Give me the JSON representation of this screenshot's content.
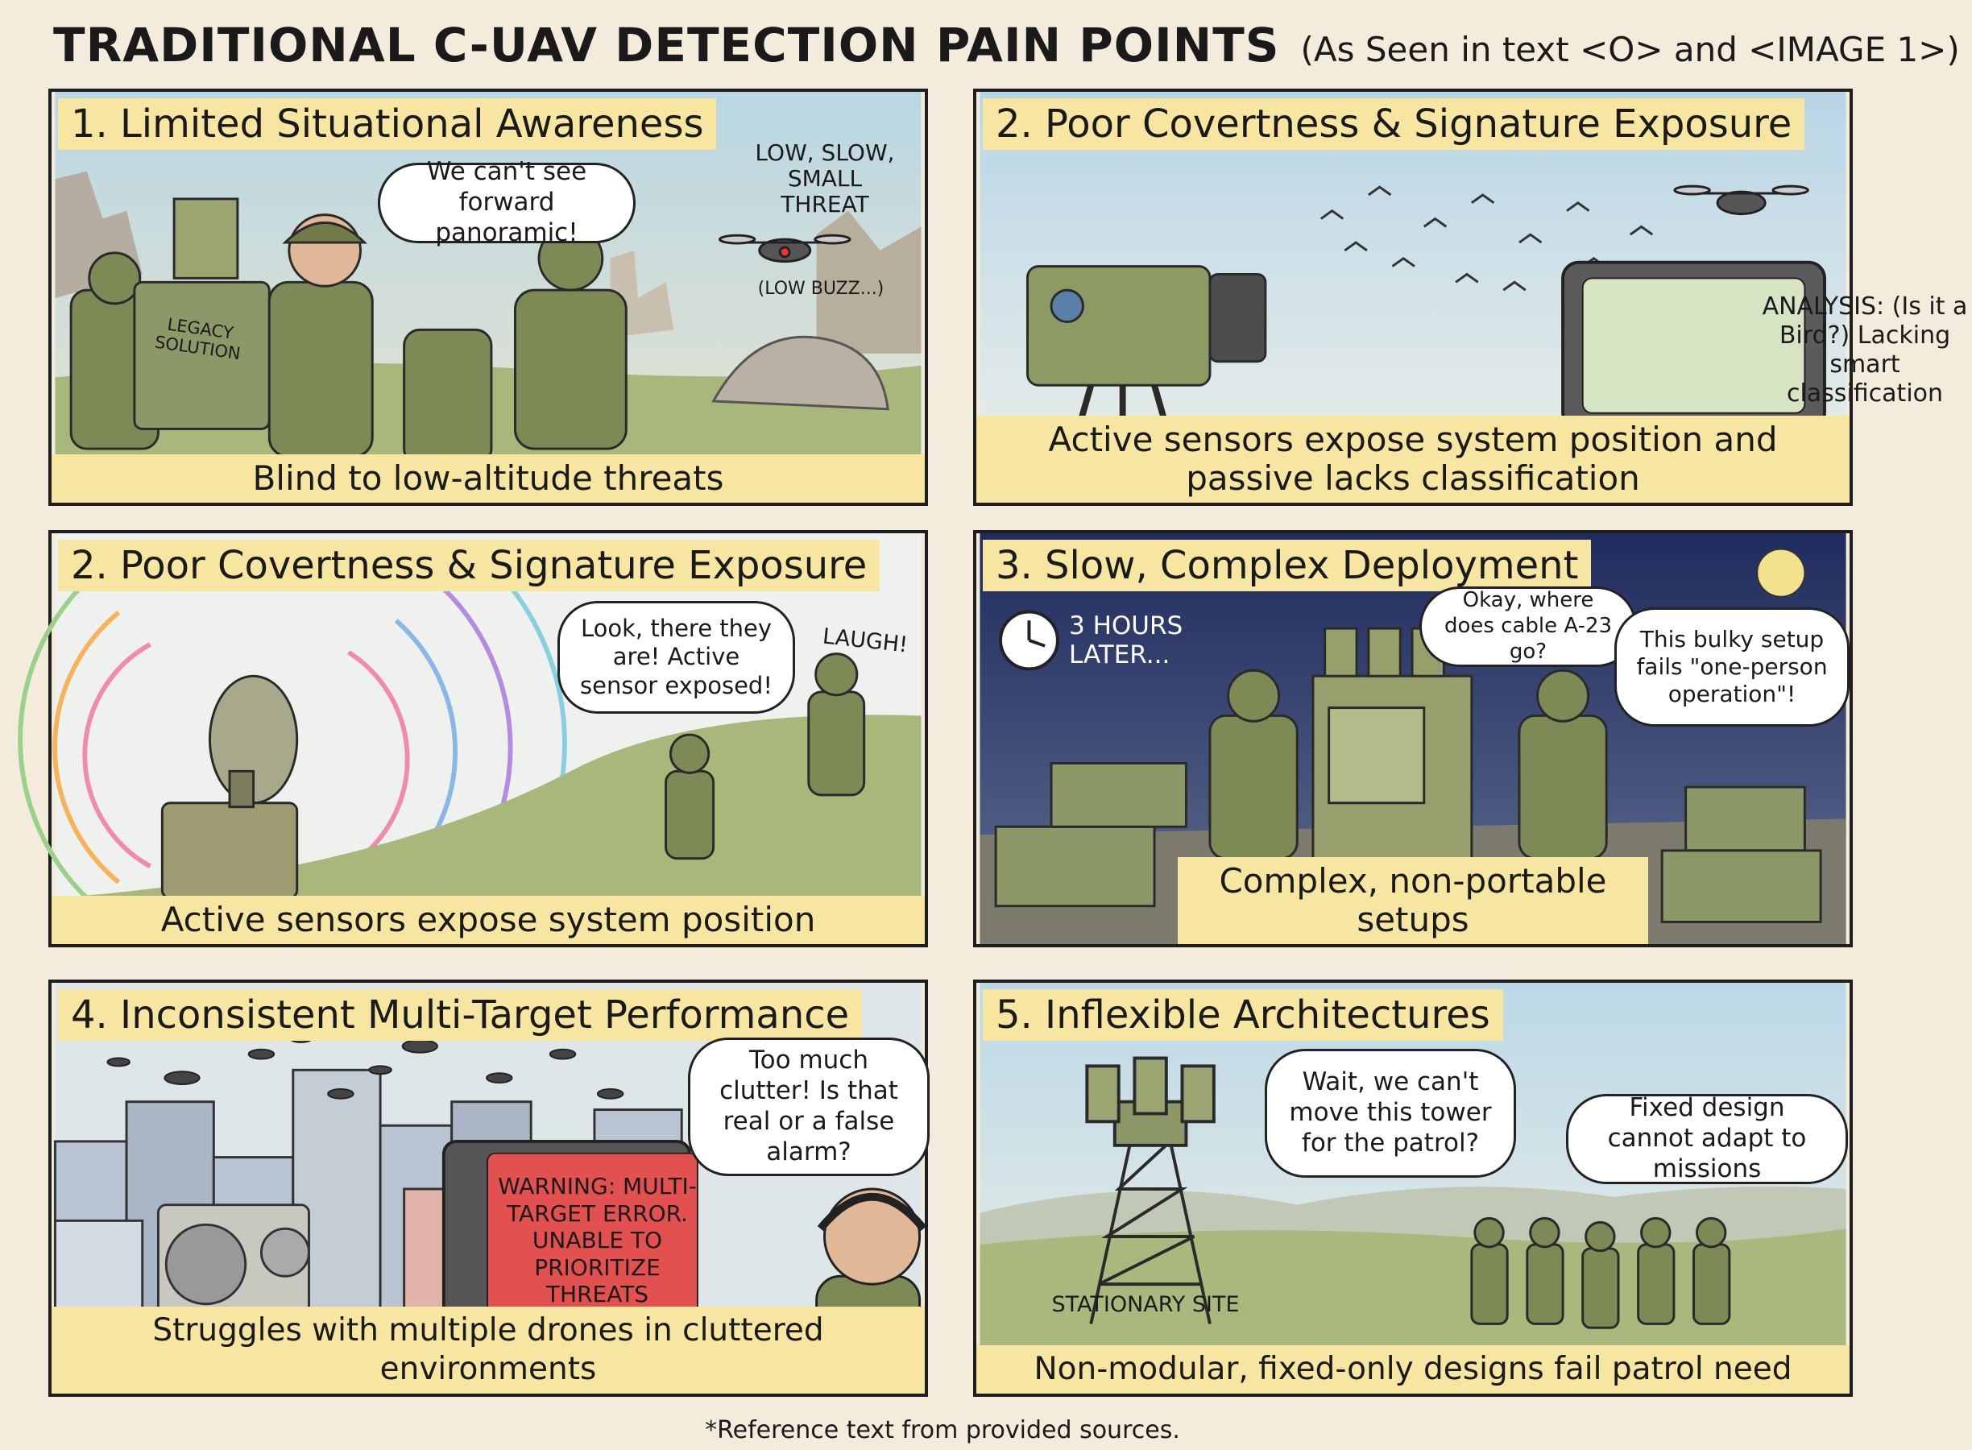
{
  "header": {
    "title": "TRADITIONAL C-UAV DETECTION PAIN POINTS",
    "subtitle": "(As Seen in text <O> and <IMAGE 1>)"
  },
  "panels": [
    {
      "title": "1. Limited Situational Awareness",
      "caption": "Blind to low-altitude threats",
      "bubble": "We can't see forward panoramic!",
      "threat_label": "LOW, SLOW, SMALL THREAT",
      "sound_label": "(LOW BUZZ...)",
      "backpack_label": "LEGACY SOLUTION"
    },
    {
      "title": "2. Poor Covertness & Signature Exposure",
      "caption": "Active sensors expose system position and passive lacks classification",
      "monitor_text": "ANALYSIS: (Is it a Bird?) Lacking smart classification"
    },
    {
      "title": "2. Poor Covertness & Signature Exposure",
      "caption": "Active sensors expose system position",
      "bubble": "Look, there they are! Active sensor exposed!",
      "sound_label": "LAUGH!"
    },
    {
      "title": "3. Slow, Complex Deployment",
      "caption": "Complex, non-portable setups",
      "time_label": "3 HOURS LATER...",
      "bubble_left": "Okay, where does cable A-23 go?",
      "bubble_right": "This bulky setup fails \"one-person operation\"!"
    },
    {
      "title": "4. Inconsistent Multi-Target Performance",
      "caption": "Struggles with multiple drones in cluttered environments",
      "bubble": "Too much clutter! Is that real or a false alarm?",
      "warning_text": "WARNING: MULTI-TARGET ERROR. UNABLE TO PRIORITIZE THREATS"
    },
    {
      "title": "5. Inflexible Architectures",
      "caption": "Non-modular, fixed-only designs fail patrol need",
      "bubble_left": "Wait, we can't move this tower for the patrol?",
      "bubble_right": "Fixed design cannot adapt to missions",
      "site_label": "STATIONARY SITE"
    }
  ],
  "footnote": "*Reference text from provided sources.",
  "colors": {
    "caption_bg": "#f6e6a2",
    "border": "#1e1e1e",
    "olive": "#7d8a55",
    "warning_red": "#e35050"
  }
}
